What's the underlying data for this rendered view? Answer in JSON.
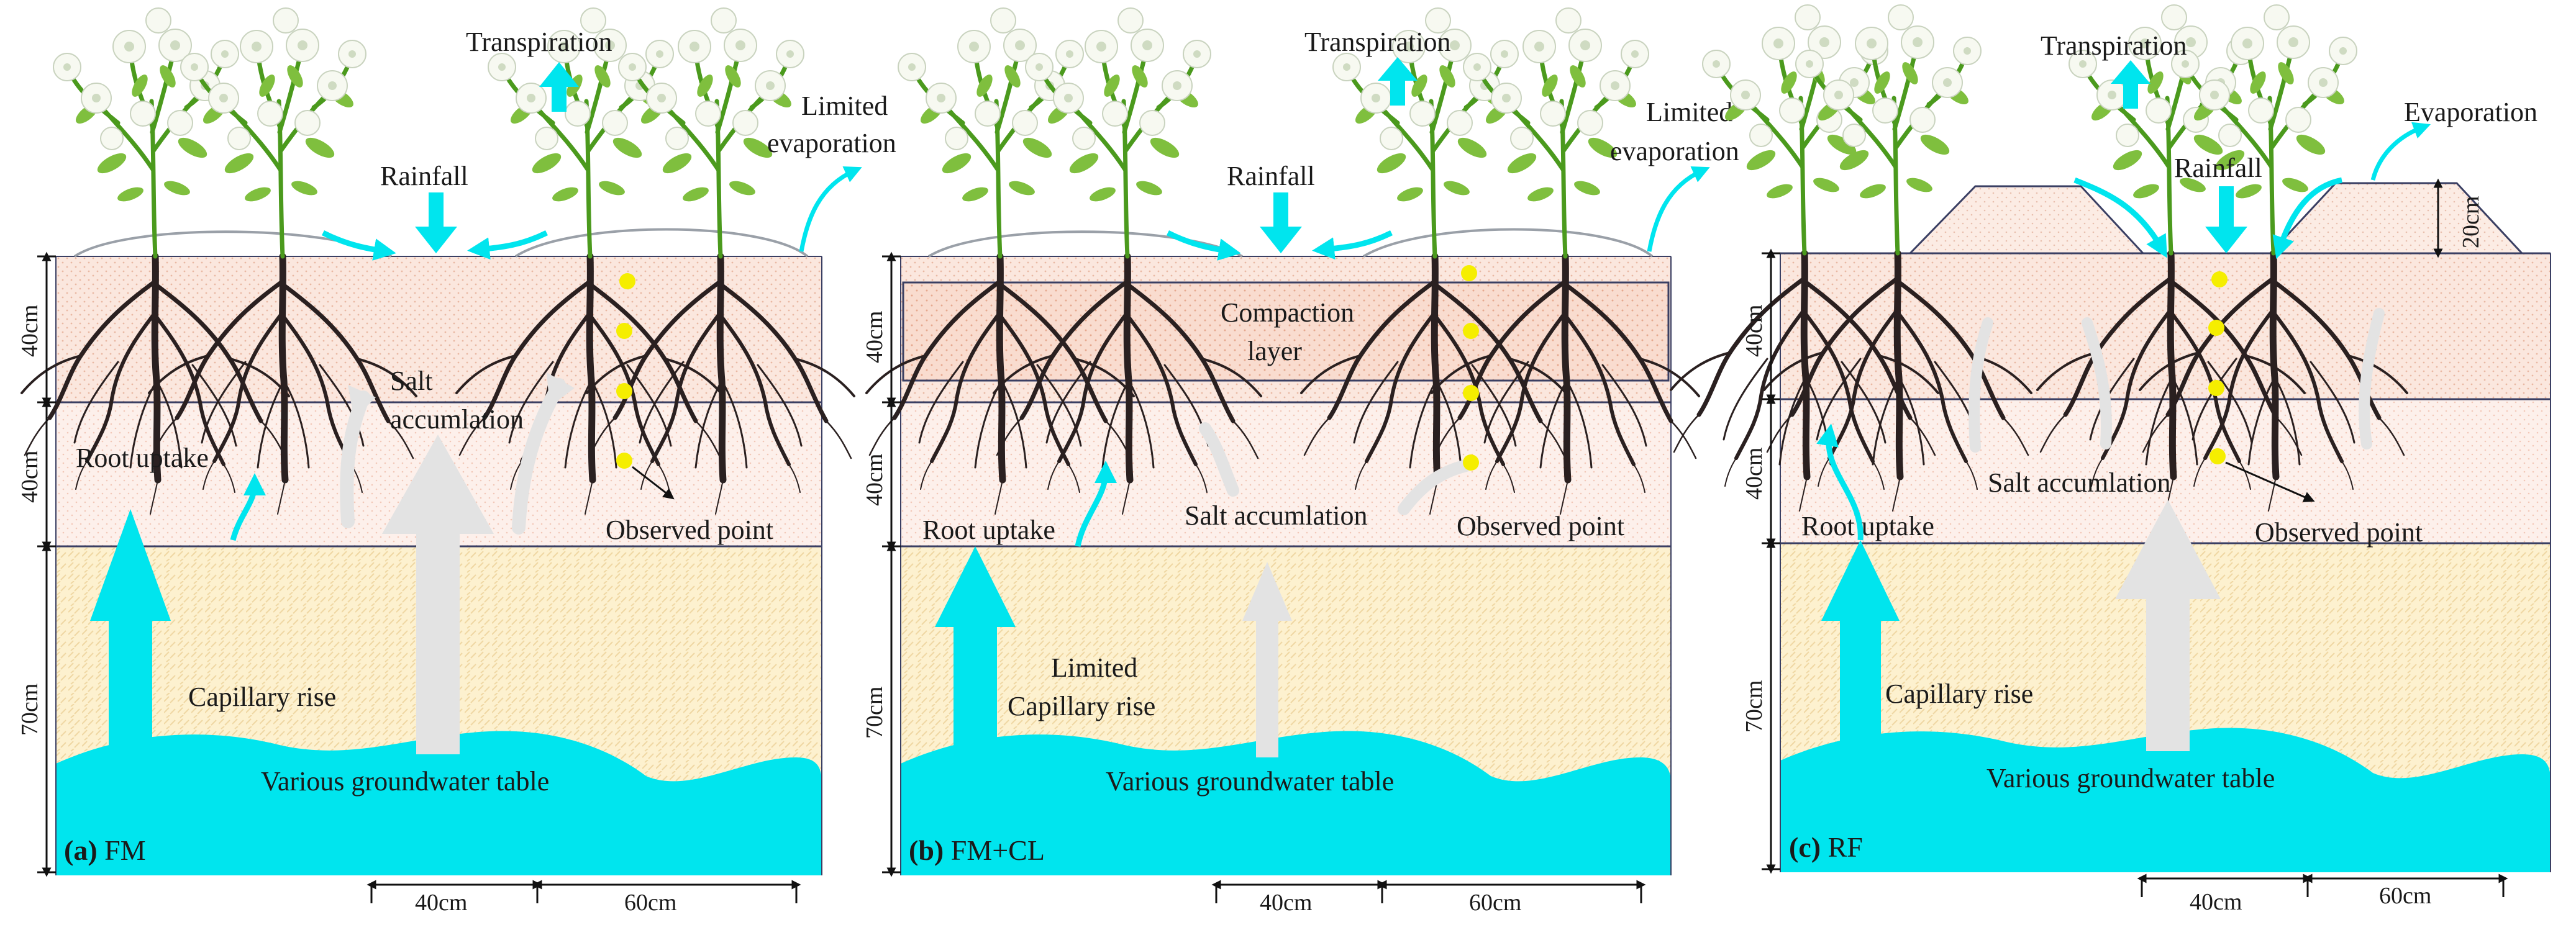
{
  "colors": {
    "water": "#00e5ee",
    "salt_arrow": "#e3e3e3",
    "topsoil": "#fbe7de",
    "midsoil": "#fdece5",
    "deepsoil": "#fdf0c8",
    "root": "#2a2020",
    "leaf": "#4b9a1d",
    "boll": "#f6f8f0",
    "observed_point": "#f5ee00",
    "layer_line": "#3a3f63"
  },
  "icons": [
    "cotton-plant-icon",
    "root-system-icon",
    "arrow-up-icon",
    "arrow-down-icon",
    "curved-arrow-icon",
    "dot-icon"
  ],
  "panels": [
    {
      "id": "a",
      "panel_letter": "(a)",
      "panel_title": " FM",
      "transpiration": "Transpiration",
      "evaporation": "Limited evaporation",
      "evaporation_line1": "Limited",
      "evaporation_line2": "evaporation",
      "rainfall": "Rainfall",
      "salt_line1": "Salt",
      "salt_line2": "accumlation",
      "root_uptake": "Root uptake",
      "observed": "Observed point",
      "capillary_line1": "",
      "capillary_line2": "Capillary rise",
      "groundwater": "Various groundwater table",
      "depth_top": "40cm",
      "depth_mid": "40cm",
      "depth_deep": "70cm",
      "spacing_left": "40cm",
      "spacing_right": "60cm"
    },
    {
      "id": "b",
      "panel_letter": "(b)",
      "panel_title": " FM+CL",
      "transpiration": "Transpiration",
      "evaporation_line1": "Limited",
      "evaporation_line2": "evaporation",
      "rainfall": "Rainfall",
      "compaction_line1": "Compaction",
      "compaction_line2": "layer",
      "salt": "Salt accumlation",
      "root_uptake": "Root uptake",
      "observed": "Observed point",
      "capillary_line1": "Limited",
      "capillary_line2": "Capillary rise",
      "groundwater": "Various groundwater table",
      "depth_top": "40cm",
      "depth_mid": "40cm",
      "depth_deep": "70cm",
      "spacing_left": "40cm",
      "spacing_right": "60cm"
    },
    {
      "id": "c",
      "panel_letter": "(c)",
      "panel_title": " RF",
      "transpiration": "Transpiration",
      "evaporation": "Evaporation",
      "rainfall": "Rainfall",
      "ridge_height": "20cm",
      "salt": "Salt accumlation",
      "root_uptake": "Root uptake",
      "observed": "Observed point",
      "capillary_line2": "Capillary rise",
      "groundwater": "Various groundwater table",
      "depth_top": "40cm",
      "depth_mid": "40cm",
      "depth_deep": "70cm",
      "spacing_left": "40cm",
      "spacing_right": "60cm"
    }
  ]
}
